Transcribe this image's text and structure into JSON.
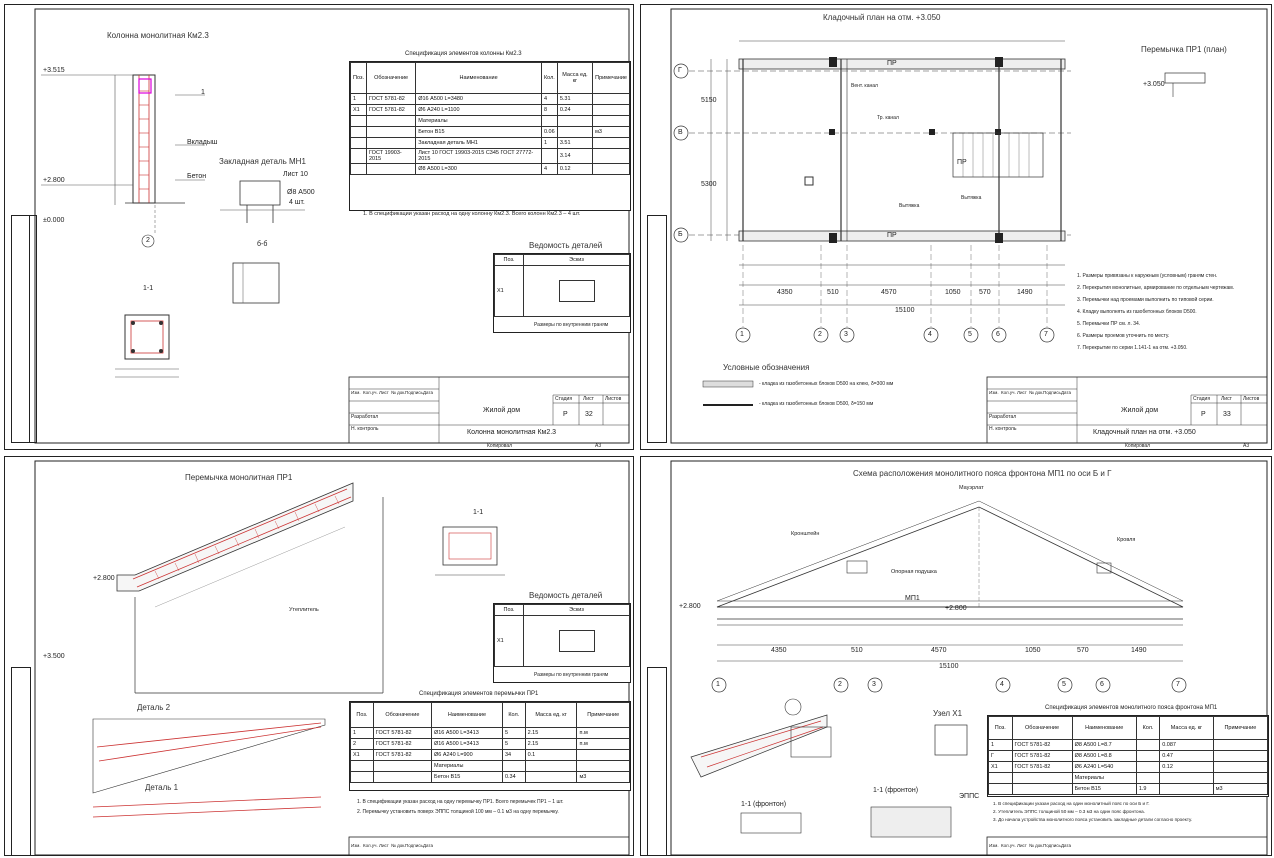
{
  "sheets": [
    {
      "id": "s1",
      "title_main": "Колонна монолитная Км2.3",
      "title_detail": "Закладная деталь МН1",
      "spec_title": "Спецификация элементов колонны Км2.3",
      "spec_headers": [
        "Поз.",
        "Обозначение",
        "Наименование",
        "Кол.",
        "Масса ед. кг",
        "Примечание"
      ],
      "spec_rows": [
        [
          "1",
          "ГОСТ 5781-82",
          "Ø16 А500  L=3480",
          "4",
          "5.31",
          ""
        ],
        [
          "Х1",
          "ГОСТ 5781-82",
          "Ø6 А240  L=1100",
          "8",
          "0.24",
          ""
        ],
        [
          "",
          "",
          "Материалы",
          "",
          "",
          ""
        ],
        [
          "",
          "",
          "Бетон В15",
          "0.06",
          "",
          "м3"
        ],
        [
          "",
          "",
          "Закладная деталь МН1",
          "1",
          "3.51",
          ""
        ],
        [
          "",
          "ГОСТ 19903-2015",
          "Лист 10 ГОСТ 19903-2015  С345 ГОСТ 27772-2015",
          "",
          "3.14",
          ""
        ],
        [
          "",
          "",
          "Ø8 А500  L=300",
          "4",
          "0.12",
          ""
        ]
      ],
      "note": "1. В спецификации указан расход на одну колонну Км2.3. Всего колонн Км2.3 – 4 шт.",
      "vedomost_title": "Ведомость деталей",
      "vedomost_headers": [
        "Поз.",
        "Эскиз"
      ],
      "vedomost_pos": "Х1",
      "vedomost_note": "Размеры по внутренним граням",
      "section_label": "1-1",
      "section_b": "б-б",
      "marks": [
        "+3.515",
        "+2.800",
        "±0.000",
        "2",
        "1",
        "Лист 10",
        "Ø8 А500",
        "4 шт.",
        "Вкладыш",
        "Бетон"
      ],
      "stamp": {
        "headers": [
          "Изм.",
          "Кол.уч.",
          "Лист",
          "№ док.",
          "Подпись",
          "Дата"
        ],
        "rows": [
          "Разработал",
          "Н. контроль"
        ],
        "stage_headers": [
          "Стадия",
          "Лист",
          "Листов"
        ],
        "project": "Жилой дом",
        "stage": "Р",
        "sheet_no": "32",
        "caption": "Колонна монолитная Км2.3"
      },
      "footer_left": "Копировал",
      "footer_right": "А3"
    },
    {
      "id": "s2",
      "title_main": "Кладочный план на отм. +3.050",
      "title_detail": "Перемычка ПР1 (план)",
      "axes_rows": [
        "Г",
        "В",
        "Б"
      ],
      "axes_cols": [
        "1",
        "2",
        "3",
        "4",
        "5",
        "6",
        "7"
      ],
      "dims": [
        "4350",
        "510",
        "4570",
        "1050",
        "570",
        "1490",
        "15100",
        "5150",
        "5300"
      ],
      "labels": [
        "ПР",
        "ПР",
        "ПР",
        "Вент. канал",
        "Вытяжка",
        "Вытяжка",
        "Тр. канал"
      ],
      "notes": [
        "1. Размеры привязаны к наружным (условным) граням стен.",
        "2. Перекрытия монолитные, армирование по отдельным чертежам.",
        "3. Перемычки над проемами выполнить по типовой серии.",
        "4. Кладку выполнять из газобетонных блоков D500.",
        "5. Перемычки ПР см. л. 34.",
        "6. Размеры проемов уточнить по месту.",
        "7. Перекрытие по серии 1.141-1 на отм. +3.050."
      ],
      "legend_title": "Условные обозначения",
      "legend_items": [
        "- кладка из газобетонных блоков D500 на клею, δ=300 мм",
        "- кладка из газобетонных блоков D500, δ=150 мм"
      ],
      "marks": [
        "+3.050"
      ],
      "stamp": {
        "headers": [
          "Изм.",
          "Кол.уч.",
          "Лист",
          "№ док.",
          "Подпись",
          "Дата"
        ],
        "rows": [
          "Разработал",
          "Н. контроль"
        ],
        "stage_headers": [
          "Стадия",
          "Лист",
          "Листов"
        ],
        "project": "Жилой дом",
        "stage": "Р",
        "sheet_no": "33",
        "caption": "Кладочный план на отм. +3.050"
      },
      "footer_left": "Копировал",
      "footer_right": "А3"
    },
    {
      "id": "s3",
      "title_main": "Перемычка монолитная ПР1",
      "section_label": "1-1",
      "detail2": "Деталь 2",
      "detail1": "Деталь 1",
      "vedomost_title": "Ведомость деталей",
      "vedomost_headers": [
        "Поз.",
        "Эскиз"
      ],
      "vedomost_pos": "Х1",
      "vedomost_note": "Размеры по внутренним граням",
      "spec_title": "Спецификация элементов перемычки ПР1",
      "spec_headers": [
        "Поз.",
        "Обозначение",
        "Наименование",
        "Кол.",
        "Масса ед. кг",
        "Примечание"
      ],
      "spec_rows": [
        [
          "1",
          "ГОСТ 5781-82",
          "Ø16 А500  L=3413",
          "5",
          "2.15",
          "п.м"
        ],
        [
          "2",
          "ГОСТ 5781-82",
          "Ø16 А500  L=3413",
          "5",
          "2.15",
          "п.м"
        ],
        [
          "Х1",
          "ГОСТ 5781-82",
          "Ø6 А240  L=900",
          "34",
          "0.1",
          ""
        ],
        [
          "",
          "",
          "Материалы",
          "",
          "",
          ""
        ],
        [
          "",
          "",
          "Бетон В15",
          "0.34",
          "",
          "м3"
        ]
      ],
      "notes": [
        "1. В спецификации указан расход на одну перемычку ПР1. Всего перемычек ПР1 – 1 шт.",
        "2. Перемычку установить поверх ЭППС толщиной 100 мм – 0.1 м3 на одну перемычку."
      ],
      "marks": [
        "+3.500",
        "+2.800",
        "Утеплитель"
      ],
      "stamp": {
        "headers": [
          "Изм.",
          "Кол.уч.",
          "Лист",
          "№ док.",
          "Подпись",
          "Дата"
        ]
      }
    },
    {
      "id": "s4",
      "title_main": "Схема расположения монолитного пояса фронтона МП1 по оси Б и Г",
      "axes_cols": [
        "1",
        "2",
        "3",
        "4",
        "5",
        "6",
        "7"
      ],
      "dims": [
        "4350",
        "510",
        "4570",
        "1050",
        "570",
        "1490",
        "15100"
      ],
      "marks": [
        "+2.800",
        "+2.800",
        "МП1"
      ],
      "labels": [
        "Кронштейн",
        "Опорная подушка",
        "Кровля",
        "Мауэрлат"
      ],
      "node": "Узел Х1",
      "section_a": "1-1 (фронтон)",
      "section_b": "1-1 (фронтон)",
      "spec_title": "Спецификация элементов монолитного пояса фронтона МП1",
      "spec_headers": [
        "Поз.",
        "Обозначение",
        "Наименование",
        "Кол.",
        "Масса ед. кг",
        "Примечание"
      ],
      "spec_rows": [
        [
          "1",
          "ГОСТ 5781-82",
          "Ø8 А500  L=8.7",
          "",
          "0.087",
          ""
        ],
        [
          "Г",
          "ГОСТ 5781-82",
          "Ø8 А500  L=8.8",
          "",
          "0.47",
          ""
        ],
        [
          "Х1",
          "ГОСТ 5781-82",
          "Ø6 А240  L=540",
          "",
          "0.12",
          ""
        ],
        [
          "",
          "",
          "Материалы",
          "",
          "",
          ""
        ],
        [
          "",
          "",
          "Бетон В15",
          "1.9",
          "",
          "м3"
        ]
      ],
      "notes": [
        "1. В спецификации указан расход на один монолитный пояс по оси Б и Г.",
        "2. Утеплитель ЭППС толщиной 50 мм – 0.3 м3 на один пояс фронтона.",
        "3. До начала устройства монолитного пояса установить закладные детали согласно проекту."
      ],
      "eppc": "ЭППС",
      "stamp": {
        "headers": [
          "Изм.",
          "Кол.уч.",
          "Лист",
          "№ док.",
          "Подпись",
          "Дата"
        ]
      }
    }
  ]
}
